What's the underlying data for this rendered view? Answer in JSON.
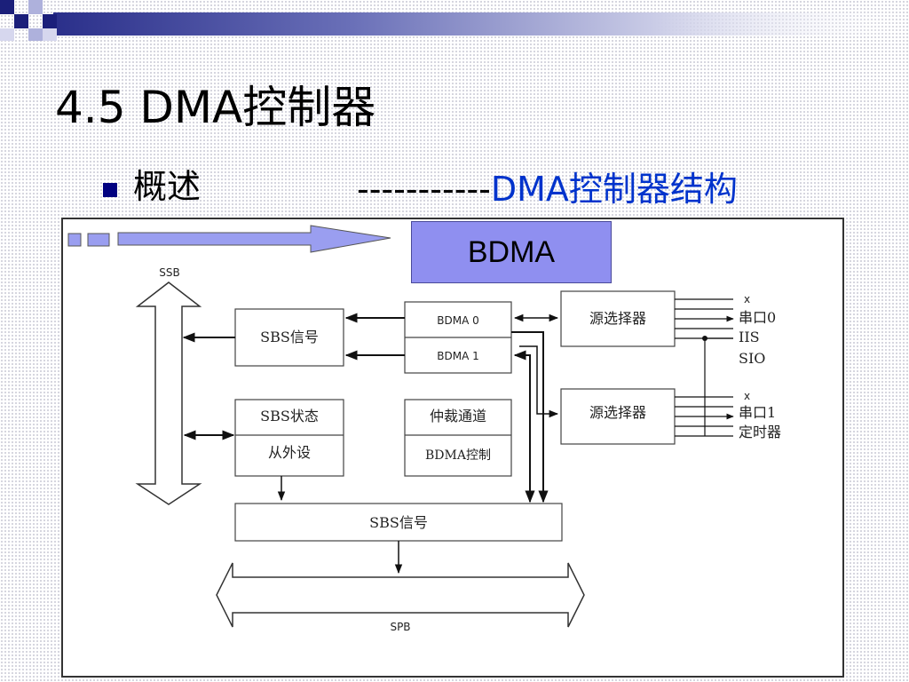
{
  "slide": {
    "title": "4.5  DMA控制器",
    "bullet": "概述",
    "subtitle_dashes": "-----------",
    "subtitle_accent": "DMA控制器结构",
    "callout_label": "BDMA",
    "colors": {
      "accent_text": "#0033cc",
      "callout_fill": "#8f8ff0",
      "arrow_fill": "#9a9ef0",
      "bullet": "#000080"
    }
  },
  "diagram": {
    "ssb": "SSB",
    "spb": "SPB",
    "sbs_signal_left": "SBS信号",
    "sbs_status": "SBS状态",
    "from_peripheral": "从外设",
    "bdma0": "BDMA 0",
    "bdma1": "BDMA 1",
    "arbitration": "仲裁通道",
    "bdma_control": "BDMA控制",
    "sbs_signal_bottom": "SBS信号",
    "source_selector_1": "源选择器",
    "source_selector_2": "源选择器",
    "x1": "x",
    "uart0": "串口0",
    "iis": "IIS",
    "sio": "SIO",
    "x2": "x",
    "uart1": "串口1",
    "timer": "定时器"
  }
}
